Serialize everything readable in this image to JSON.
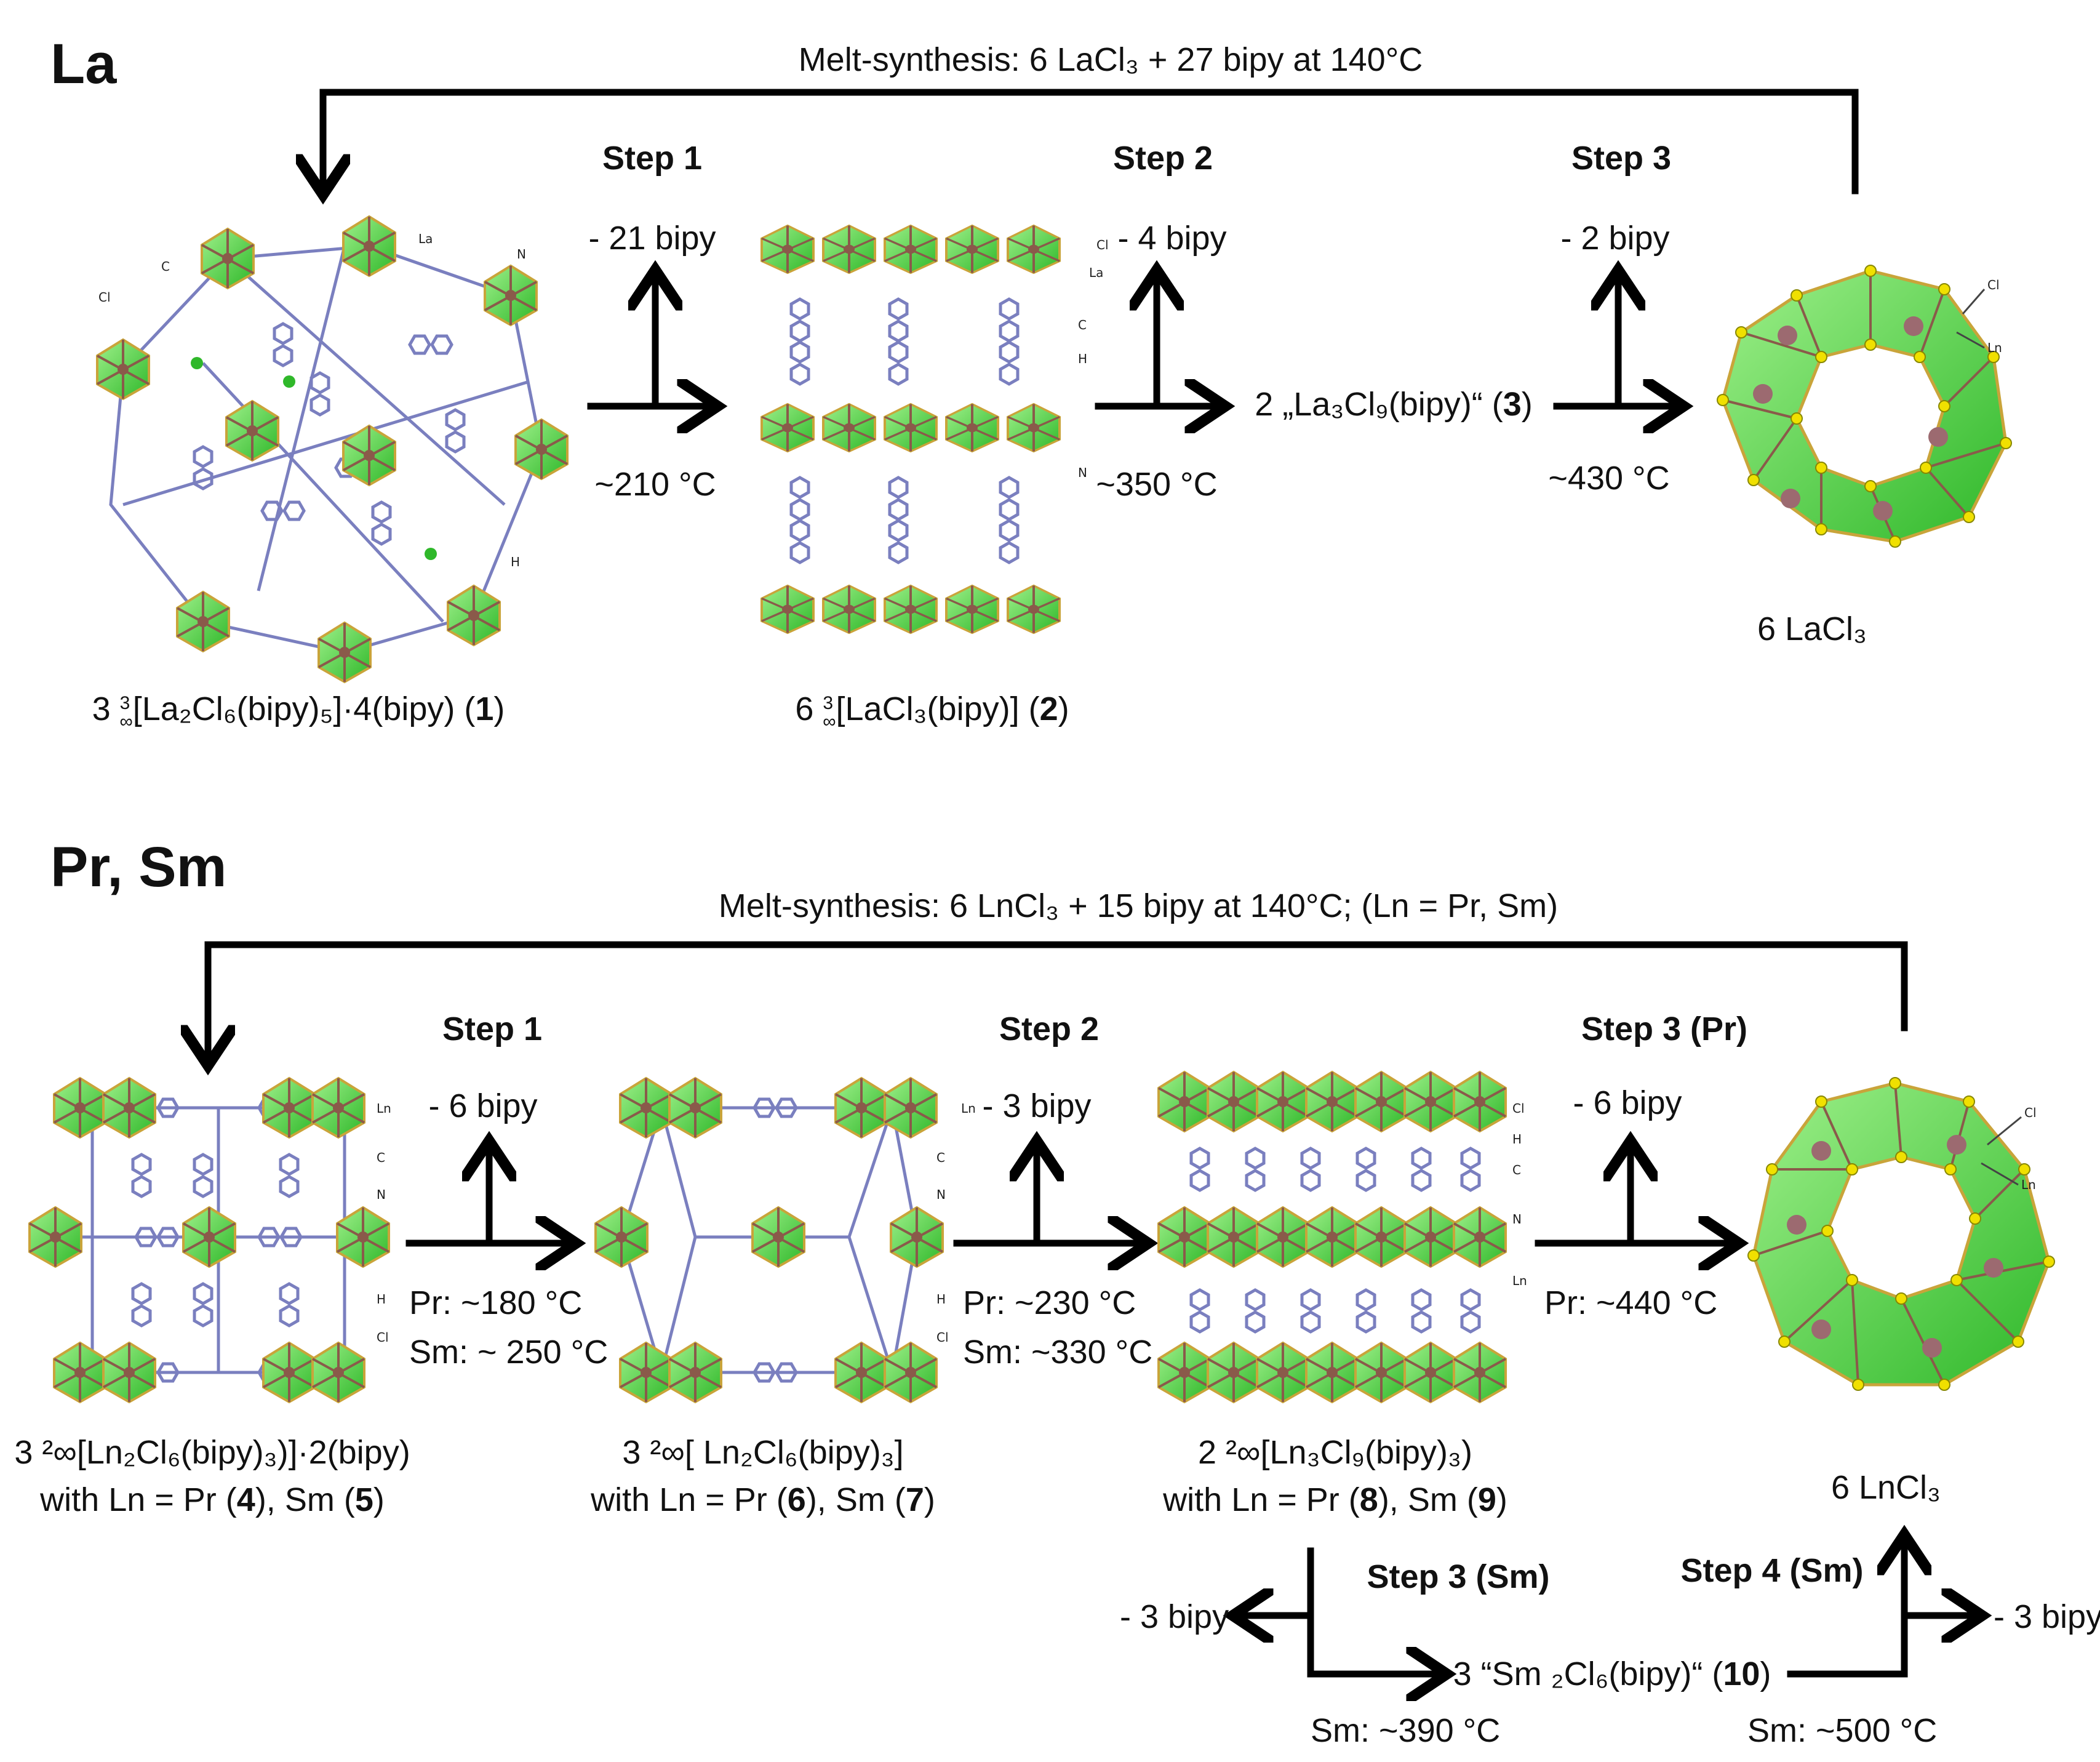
{
  "sections": {
    "la": {
      "title": "La",
      "melt": "Melt-synthesis: 6 LaCl₃ + 27 bipy at 140°C",
      "step1": {
        "label": "Step 1",
        "loss": "- 21 bipy",
        "temp": "~210 °C"
      },
      "step2": {
        "label": "Step 2",
        "loss": "- 4 bipy",
        "temp": "~350 °C"
      },
      "step3": {
        "label": "Step 3",
        "loss": "- 2 bipy",
        "temp": "~430 °C"
      },
      "cmpd1": {
        "prefix": "3 ",
        "sup": "3",
        "sub": "∞",
        "formula": "[La₂Cl₆(bipy)₅]·4(bipy) (",
        "num": "1",
        "suffix": ")"
      },
      "cmpd2": {
        "prefix": "6 ",
        "sup": "3",
        "sub": "∞",
        "formula": "[LaCl₃(bipy)] (",
        "num": "2",
        "suffix": ")"
      },
      "cmpd3": {
        "text": "2 „La₃Cl₉(bipy)“ (",
        "num": "3",
        "suffix": ")"
      },
      "product": "6 LaCl₃",
      "atoms1": {
        "la": "La",
        "c": "C",
        "n": "N",
        "cl": "Cl",
        "h": "H"
      },
      "atoms2": {
        "cl": "Cl",
        "la": "La",
        "c": "C",
        "h": "H",
        "n": "N"
      },
      "atoms3": {
        "cl": "Cl",
        "ln": "Ln"
      }
    },
    "prsm": {
      "title": "Pr, Sm",
      "melt": "Melt-synthesis: 6 LnCl₃ + 15 bipy at 140°C; (Ln = Pr, Sm)",
      "step1": {
        "label": "Step 1",
        "loss": "- 6 bipy",
        "temp_pr": "Pr: ~180 °C",
        "temp_sm": "Sm: ~ 250 °C"
      },
      "step2": {
        "label": "Step 2",
        "loss": "- 3 bipy",
        "temp_pr": "Pr: ~230 °C",
        "temp_sm": "Sm: ~330 °C"
      },
      "step3pr": {
        "label": "Step 3 (Pr)",
        "loss": "- 6 bipy",
        "temp": "Pr: ~440 °C"
      },
      "step3sm": {
        "label": "Step 3 (Sm)",
        "loss": "- 3 bipy",
        "temp": "Sm: ~390 °C"
      },
      "step4sm": {
        "label": "Step 4 (Sm)",
        "loss": "- 3 bipy",
        "temp": "Sm: ~500 °C"
      },
      "cmpd45": {
        "line1": "3 ²∞[Ln₂Cl₆(bipy)₃)]·2(bipy)",
        "line2a": "with Ln = Pr (",
        "n1": "4",
        "mid": "), Sm (",
        "n2": "5",
        "end": ")"
      },
      "cmpd67": {
        "line1": "3 ²∞[ Ln₂Cl₆(bipy)₃]",
        "line2a": "with Ln = Pr (",
        "n1": "6",
        "mid": "), Sm (",
        "n2": "7",
        "end": ")"
      },
      "cmpd89": {
        "line1": "2 ²∞[Ln₃Cl₉(bipy)₃)",
        "line2a": "with Ln = Pr (",
        "n1": "8",
        "mid": "), Sm (",
        "n2": "9",
        "end": ")"
      },
      "cmpd10": {
        "text": "3 “Sm ₂Cl₆(bipy)“ (",
        "num": "10",
        "suffix": ")"
      },
      "product": "6 LnCl₃",
      "atoms": {
        "ln": "Ln",
        "c": "C",
        "n": "N",
        "h": "H",
        "cl": "Cl"
      }
    }
  },
  "colors": {
    "polyhedron": "#55d14a",
    "polyhedron_edge": "#c9a43a",
    "metal": "#8a5a4a",
    "bipy": "#7a7fbf",
    "chloride": "#e8e000",
    "arrow": "#000000"
  }
}
